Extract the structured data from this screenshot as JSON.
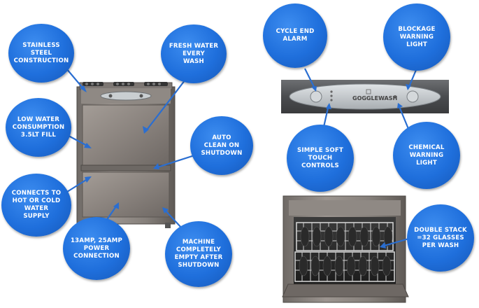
{
  "callouts": {
    "stainless": "STAINLESS\nSTEEL\nCONSTRUCTION",
    "fresh_water": "FRESH WATER\nEVERY\nWASH",
    "low_water": "LOW WATER\nCONSUMPTION\n3.5LT FILL",
    "auto_clean": "AUTO\nCLEAN ON\nSHUTDOWN",
    "connects": "CONNECTS TO\nHOT OR COLD\nWATER\nSUPPLY",
    "power": "13AMP, 25AMP\nPOWER\nCONNECTION",
    "machine_empty": "MACHINE\nCOMPLETELY\nEMPTY AFTER\nSHUTDOWN",
    "cycle_end": "CYCLE END\nALARM",
    "blockage": "BLOCKAGE\nWARNING\nLIGHT",
    "soft_touch": "SIMPLE SOFT\nTOUCH\nCONTROLS",
    "chemical": "CHEMICAL\nWARNING\nLIGHT",
    "double_stack": "DOUBLE STACK\n=32 GLASSES\nPER WASH"
  },
  "panel": {
    "brand": "GOGGLEWASH"
  },
  "colors": {
    "bubble": "#1f6fdc",
    "steel": "#8a8480",
    "panel": "#b9bec2"
  }
}
